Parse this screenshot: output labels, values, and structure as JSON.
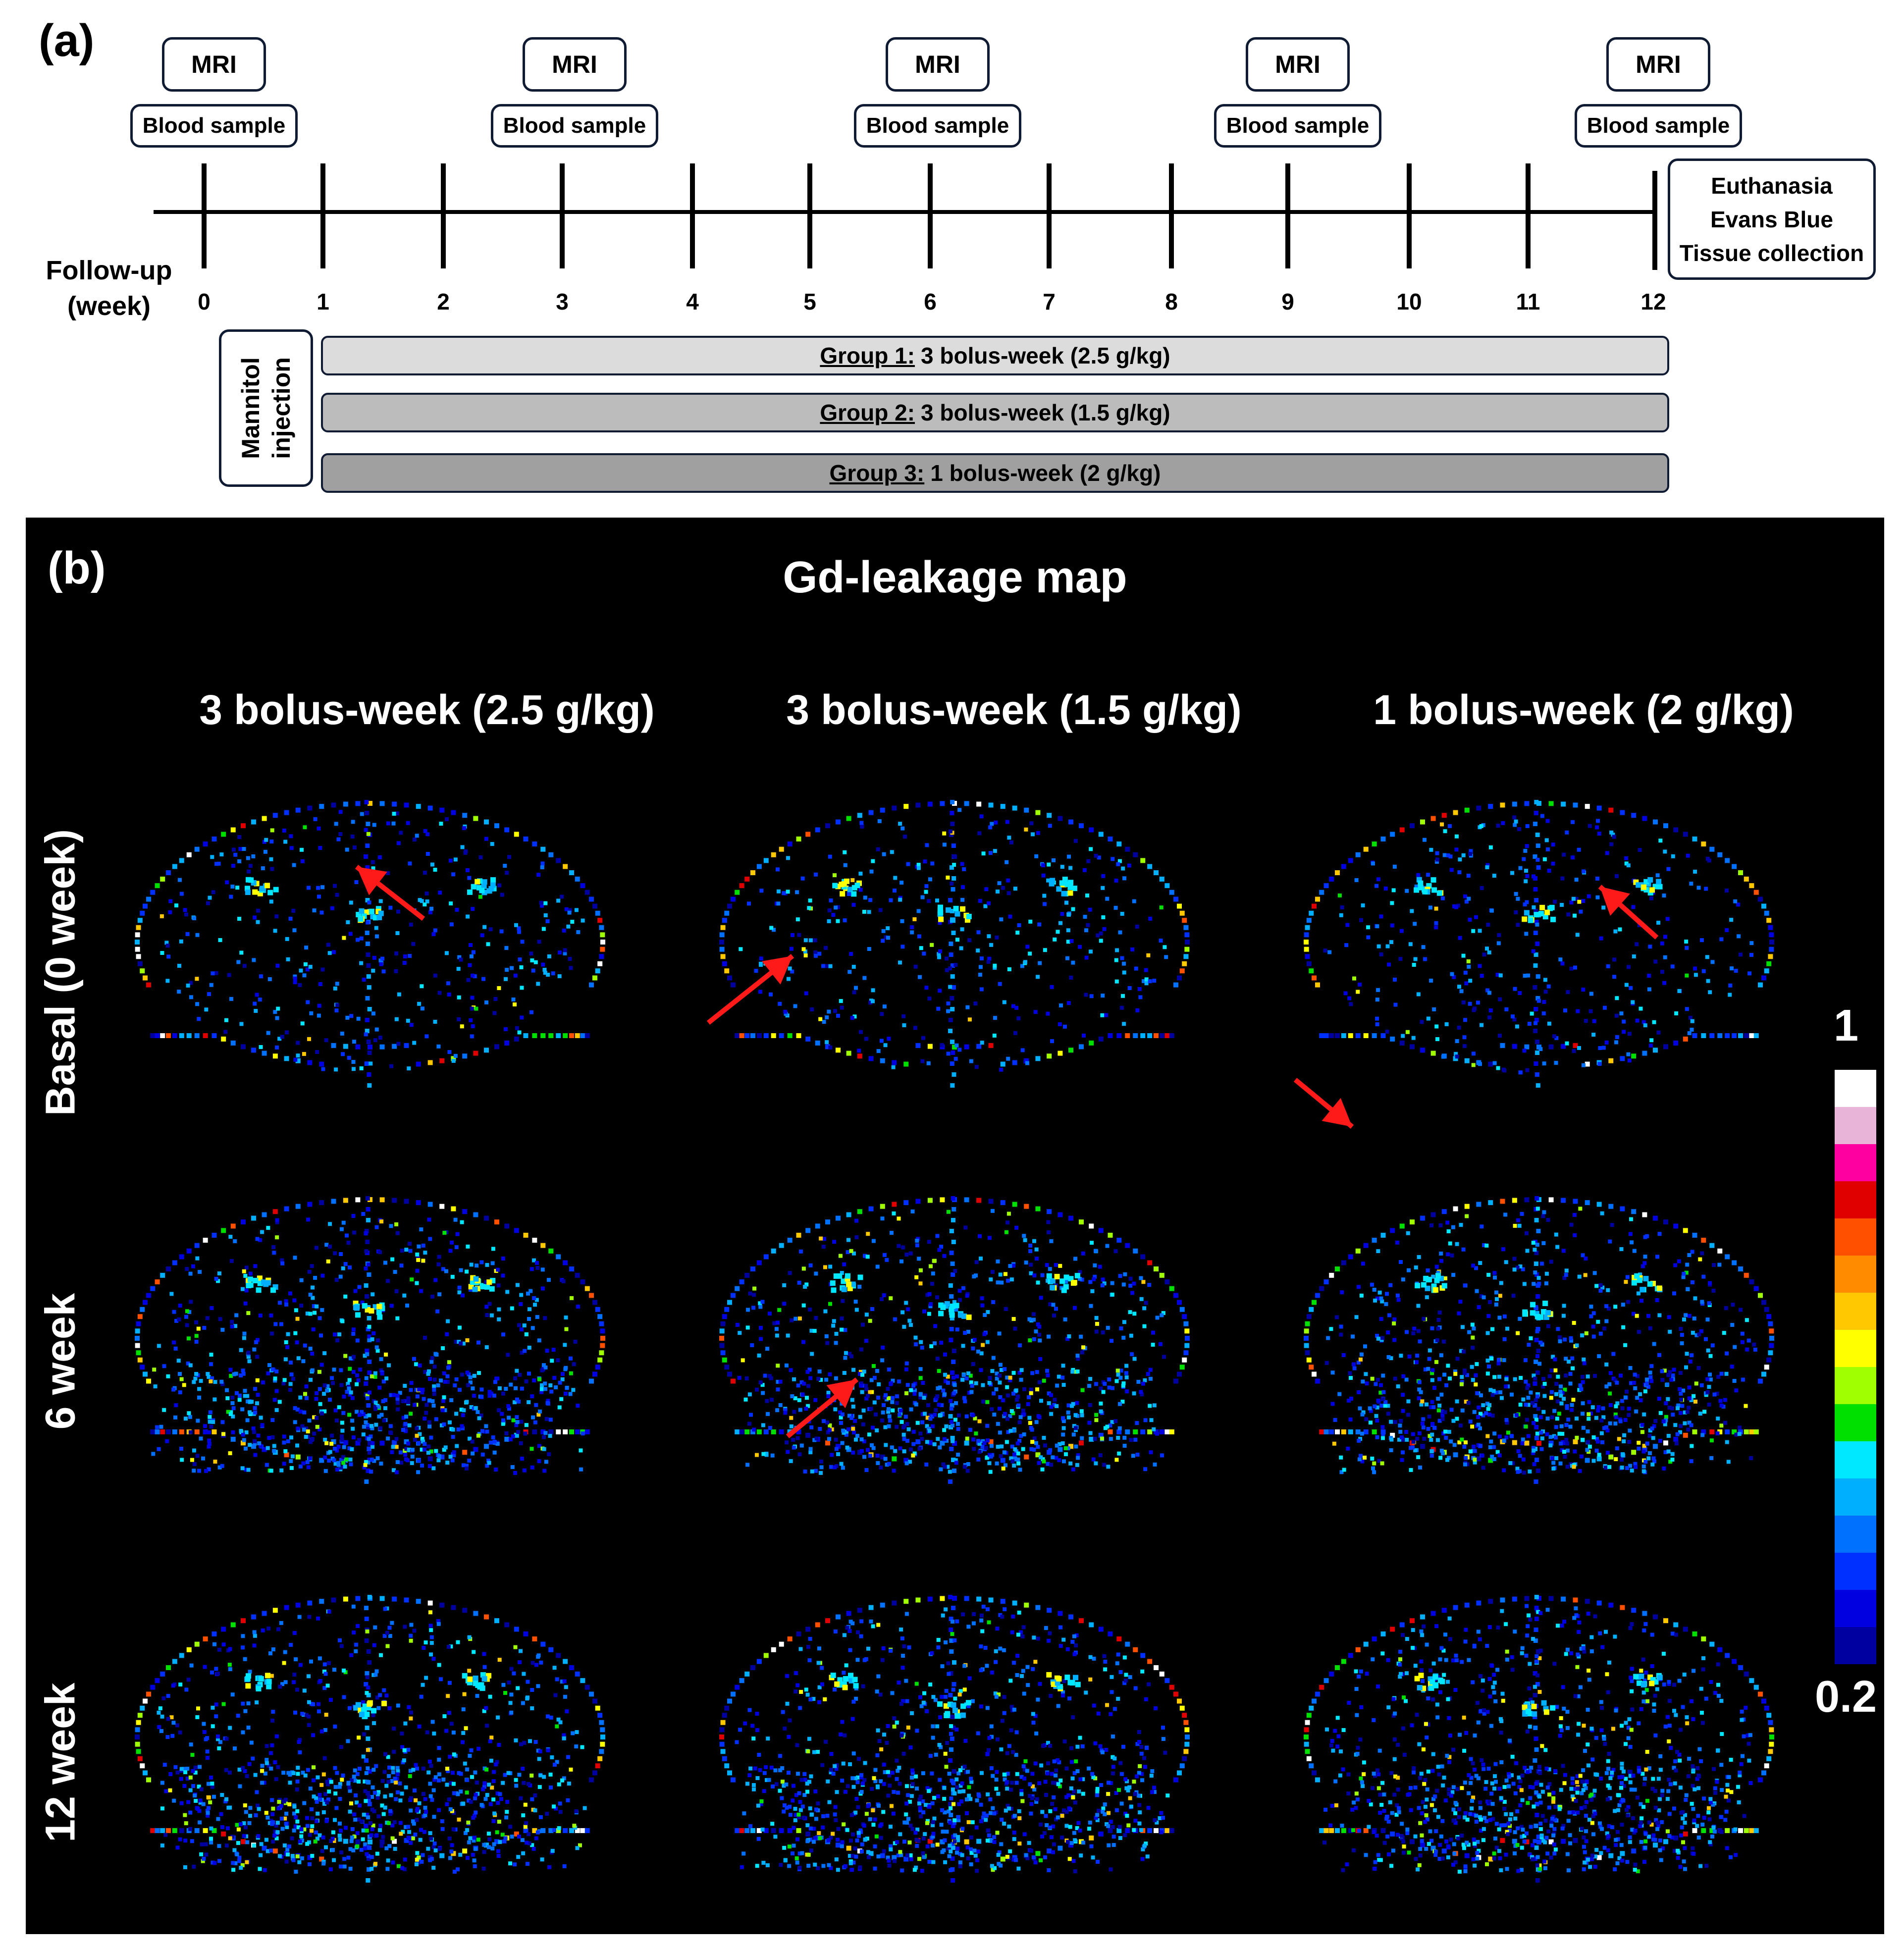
{
  "panel_a": {
    "label": "(a)",
    "mri_label": "MRI",
    "blood_label": "Blood sample",
    "followup_label_line1": "Follow-up",
    "followup_label_line2": "(week)",
    "weeks": [
      "0",
      "1",
      "2",
      "3",
      "4",
      "5",
      "6",
      "7",
      "8",
      "9",
      "10",
      "11",
      "12"
    ],
    "end_box": [
      "Euthanasia",
      "Evans Blue",
      "Tissue collection"
    ],
    "mannitol_line1": "Mannitol",
    "mannitol_line2": "injection",
    "groups": [
      {
        "name": "Group 1:",
        "desc": "3 bolus-week (2.5 g/kg)",
        "color": "#dcdcdc"
      },
      {
        "name": "Group 2:",
        "desc": "3 bolus-week (1.5 g/kg)",
        "color": "#bcbcbc"
      },
      {
        "name": "Group 3:",
        "desc": "1 bolus-week (2 g/kg)",
        "color": "#a0a0a0"
      }
    ]
  },
  "panel_b": {
    "label": "(b)",
    "title": "Gd-leakage map",
    "columns": [
      "3 bolus-week (2.5 g/kg)",
      "3 bolus-week (1.5 g/kg)",
      "1 bolus-week (2 g/kg)"
    ],
    "rows": [
      "Basal (0 week)",
      "6 week",
      "12 week"
    ],
    "colorbar_max": "1",
    "colorbar_min": "0.2",
    "colorbar_colors": [
      "#ffffff",
      "#e8b4d8",
      "#ff00a0",
      "#e00000",
      "#ff5000",
      "#ff8c00",
      "#ffc800",
      "#ffff00",
      "#a0ff00",
      "#00e000",
      "#00e8ff",
      "#00b0ff",
      "#0070ff",
      "#0030ff",
      "#0000e0",
      "#0000a0"
    ]
  }
}
